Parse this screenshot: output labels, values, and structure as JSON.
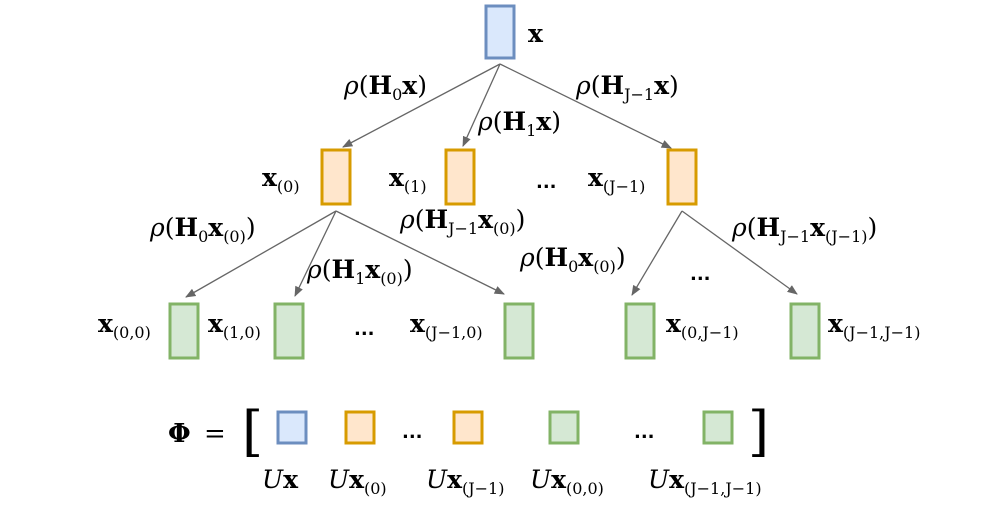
{
  "colors": {
    "blue_fill": "#dae8fc",
    "blue_stroke": "#6c8ebf",
    "orange_fill": "#ffe6cc",
    "orange_stroke": "#d79b00",
    "green_fill": "#d5e8d4",
    "green_stroke": "#82b366",
    "edge": "#666666"
  },
  "icons": {
    "arrowhead": "arrow-head-icon"
  },
  "root": {
    "main": "x",
    "sub": ""
  },
  "level1": [
    {
      "main": "x",
      "sub": "(0)"
    },
    {
      "main": "x",
      "sub": "(1)"
    },
    {
      "main": "x",
      "sub": "(J−1)"
    }
  ],
  "level2": [
    {
      "main": "x",
      "sub": "(0,0)"
    },
    {
      "main": "x",
      "sub": "(1,0)"
    },
    {
      "main": "x",
      "sub": "(J−1,0)"
    },
    {
      "main": "x",
      "sub": "(0,J−1)"
    },
    {
      "main": "x",
      "sub": "(J−1,J−1)"
    }
  ],
  "edge_labels": [
    {
      "x": "x",
      "H_sub": "0",
      "x_sub": ""
    },
    {
      "x": "x",
      "H_sub": "1",
      "x_sub": ""
    },
    {
      "x": "x",
      "H_sub": "J−1",
      "x_sub": ""
    },
    {
      "x": "x",
      "H_sub": "0",
      "x_sub": "(0)"
    },
    {
      "x": "x",
      "H_sub": "1",
      "x_sub": "(0)"
    },
    {
      "x": "x",
      "H_sub": "J−1",
      "x_sub": "(0)"
    },
    {
      "x": "x",
      "H_sub": "0",
      "x_sub": "(0)"
    },
    {
      "x": "x",
      "H_sub": "J−1",
      "x_sub": "(J−1)"
    }
  ],
  "math_symbols": {
    "rho": "ρ",
    "H": "H",
    "lparen": "(",
    "rparen": ")"
  },
  "ellipsis": "...",
  "feature_vector": {
    "phi": "Φ",
    "equals": "=",
    "left_bracket": "[",
    "right_bracket": "]",
    "U": "U",
    "labels": [
      {
        "main": "x",
        "sub": ""
      },
      {
        "main": "x",
        "sub": "(0)"
      },
      {
        "main": "x",
        "sub": "(J−1)"
      },
      {
        "main": "x",
        "sub": "(0,0)"
      },
      {
        "main": "x",
        "sub": "(J−1,J−1)"
      }
    ]
  }
}
